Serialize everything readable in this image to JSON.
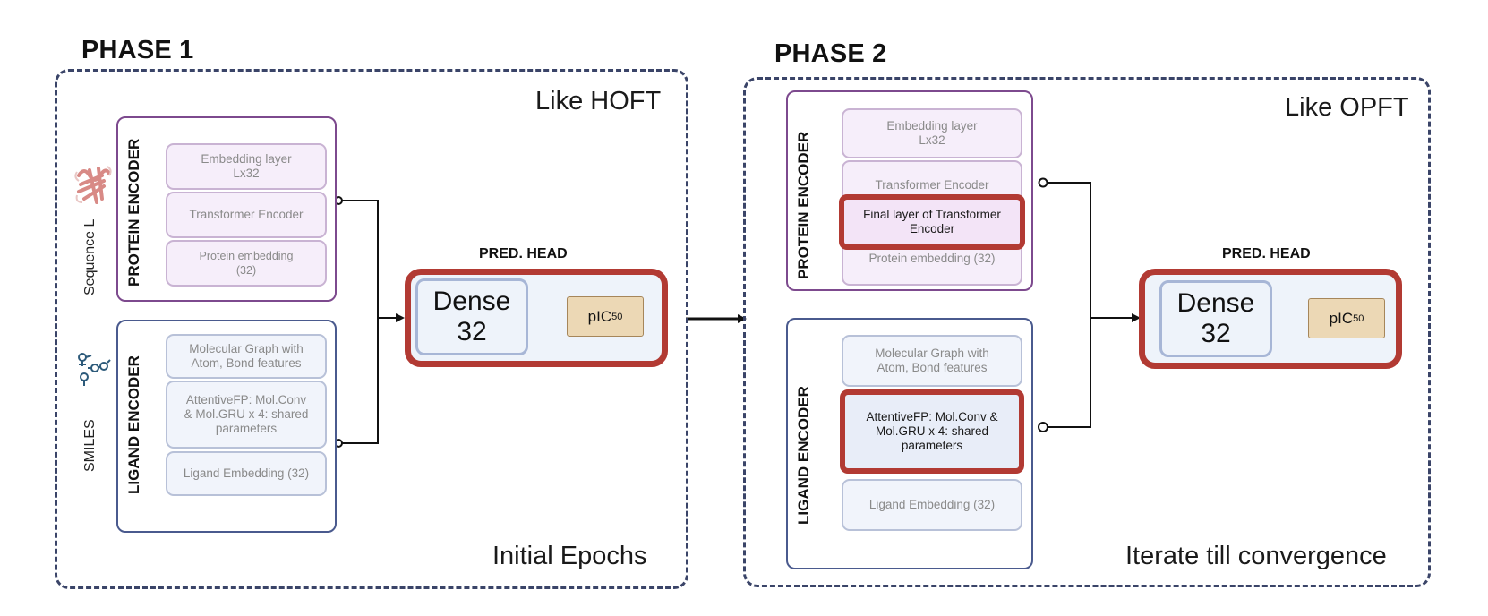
{
  "phase1": {
    "title": "PHASE 1",
    "top_label": "Like HOFT",
    "bottom_label": "Initial Epochs",
    "protein_input_label": "Sequence L",
    "ligand_input_label": "SMILES",
    "protein_encoder": {
      "title": "PROTEIN ENCODER",
      "layers": [
        "Embedding layer\nLx32",
        "Transformer Encoder",
        "Protein embedding\n(32)"
      ]
    },
    "ligand_encoder": {
      "title": "LIGAND ENCODER",
      "layers": [
        "Molecular Graph with\nAtom, Bond features",
        "AttentiveFP: Mol.Conv\n& Mol.GRU x 4: shared\nparameters",
        "Ligand Embedding (32)"
      ]
    },
    "pred_head": {
      "title": "PRED. HEAD",
      "dense_line1": "Dense",
      "dense_line2": "32",
      "output_main": "pIC",
      "output_sub": "50"
    }
  },
  "phase2": {
    "title": "PHASE 2",
    "top_label": "Like OPFT",
    "bottom_label": "Iterate till convergence",
    "protein_encoder": {
      "title": "PROTEIN ENCODER",
      "layers": [
        "Embedding layer\nLx32",
        "Transformer Encoder",
        "Final layer of Transformer\nEncoder",
        "Protein embedding (32)"
      ],
      "highlighted": "Final layer of Transformer Encoder"
    },
    "ligand_encoder": {
      "title": "LIGAND ENCODER",
      "layers": [
        "Molecular Graph with\nAtom, Bond features",
        "AttentiveFP: Mol.Conv &\nMol.GRU x 4: shared\nparameters",
        "Ligand Embedding (32)"
      ],
      "highlighted": "AttentiveFP: Mol.Conv & Mol.GRU x 4: shared parameters"
    },
    "pred_head": {
      "title": "PRED. HEAD",
      "dense_line1": "Dense",
      "dense_line2": "32",
      "output_main": "pIC",
      "output_sub": "50"
    }
  },
  "colors": {
    "highlight": "#b23a33",
    "protein_border": "#7d4a8e",
    "ligand_border": "#4a5a8e",
    "phase_border": "#3a4468",
    "output_fill": "#ecd8b5"
  },
  "icons": {
    "protein": "protein-structure-icon",
    "ligand": "molecule-icon"
  }
}
